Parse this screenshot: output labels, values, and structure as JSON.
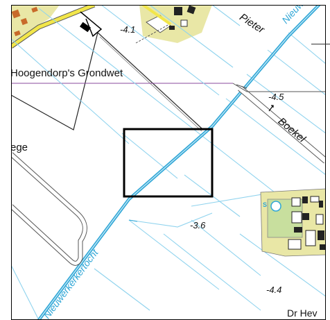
{
  "map": {
    "labels": {
      "grondwet": "Hoogendorp's Grondwet",
      "ege": "ege",
      "pieter": "Pieter",
      "nieu_top": "Nieuw",
      "boekel": "Boekel",
      "canal": "Nieuwerkerkertocht",
      "dr_hev": "Dr Hev"
    },
    "elevations": {
      "e1": "-4.1",
      "e2": "-4.5",
      "e3": "-3.6",
      "e4": "-4.4"
    },
    "school_symbol": "S",
    "colors": {
      "water": "#2fa6d6",
      "ditch": "#8fd3ee",
      "road_fill": "#ffffff",
      "road_edge": "#555555",
      "built_area": "#e9e7a6",
      "main_road": "#f2e64a",
      "boundary": "#8a4a9e",
      "farmland": "#ffffff"
    }
  }
}
